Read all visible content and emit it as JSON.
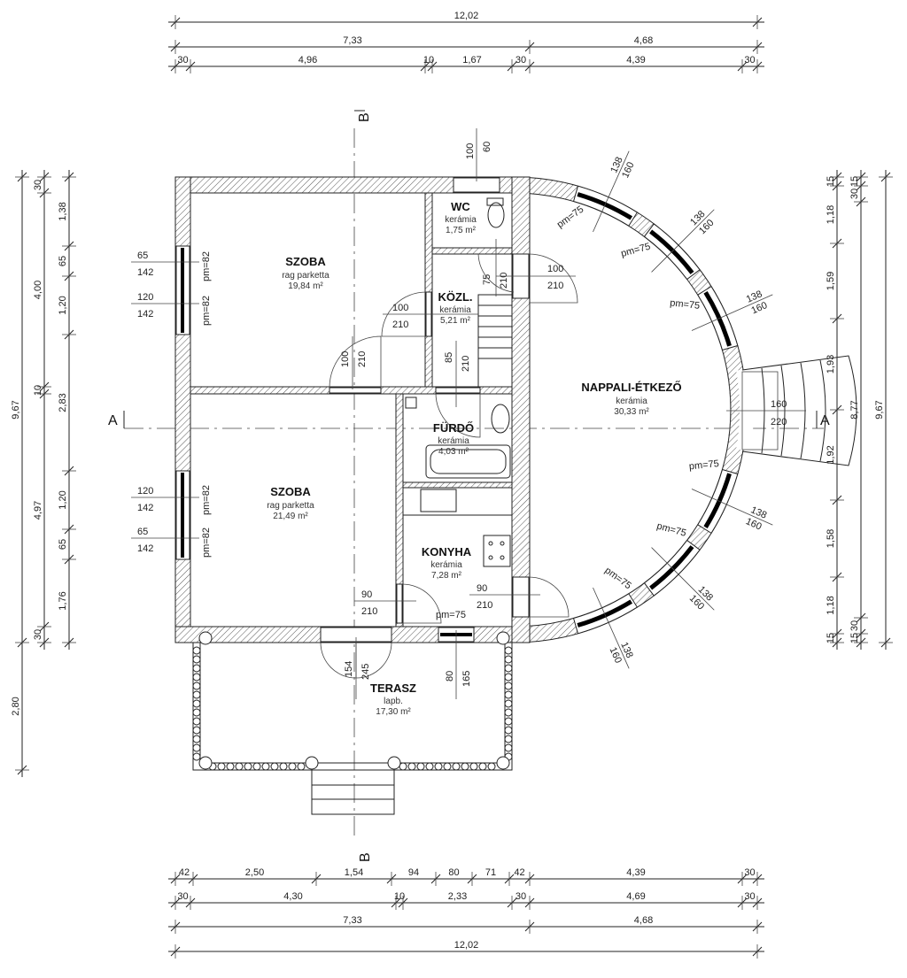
{
  "plan": {
    "section_a": "A",
    "section_b": "B",
    "rooms": {
      "szoba1": {
        "name": "SZOBA",
        "floor": "rag parketta",
        "area": "19,84 m²"
      },
      "szoba2": {
        "name": "SZOBA",
        "floor": "rag parketta",
        "area": "21,49 m²"
      },
      "wc": {
        "name": "WC",
        "floor": "kerámia",
        "area": "1,75 m²"
      },
      "kozl": {
        "name": "KÖZL.",
        "floor": "kerámia",
        "area": "5,21 m²"
      },
      "furdo": {
        "name": "FÜRDŐ",
        "floor": "kerámia",
        "area": "4,03 m²"
      },
      "konyha": {
        "name": "KONYHA",
        "floor": "kerámia",
        "area": "7,28 m²"
      },
      "nappali": {
        "name": "NAPPALI-ÉTKEZŐ",
        "floor": "kerámia",
        "area": "30,33 m²"
      },
      "terasz": {
        "name": "TERASZ",
        "floor": "lapb.",
        "area": "17,30 m²"
      }
    },
    "openings": {
      "w65": "65",
      "w120": "120",
      "h142": "142",
      "pm82": "pm=82",
      "pm75": "pm=75",
      "w100": "100",
      "h210": "210",
      "w85": "85",
      "w75": "75",
      "h60": "60",
      "w90": "90",
      "w154": "154",
      "h245": "245",
      "w80": "80",
      "h165": "165",
      "w138": "138",
      "h160": "160",
      "w160": "160",
      "h220": "220"
    }
  },
  "dimensions": {
    "top": [
      [
        "12,02"
      ],
      [
        "7,33",
        "4,68"
      ],
      [
        "30",
        "4,96",
        "10",
        "1,67",
        "30",
        "4,39",
        "30"
      ]
    ],
    "bottom": [
      [
        "42",
        "2,50",
        "1,54",
        "94",
        "80",
        "71",
        "42",
        "4,39",
        "30"
      ],
      [
        "30",
        "4,30",
        "10",
        "2,33",
        "30",
        "4,69",
        "30"
      ],
      [
        "7,33",
        "4,68"
      ],
      [
        "12,02"
      ]
    ],
    "left": [
      [
        "9,67",
        "2,80"
      ],
      [
        "30",
        "4,00",
        "10",
        "4,97",
        "30"
      ],
      [
        "1,38",
        "65",
        "1,20",
        "2,83",
        "1,20",
        "65",
        "1,76"
      ]
    ],
    "right": [
      [
        "15",
        "1,18",
        "1,59",
        "1,93",
        "1,92",
        "1,58",
        "1,18",
        "15"
      ],
      [
        "15",
        "30",
        "8,77",
        "30",
        "15"
      ],
      [
        "9,67"
      ]
    ]
  }
}
